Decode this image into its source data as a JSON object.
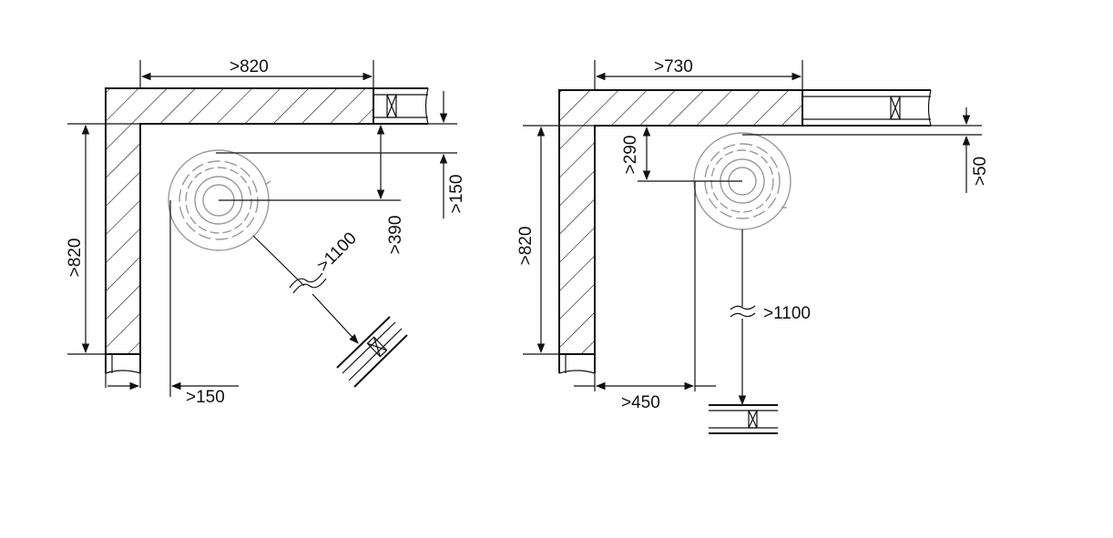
{
  "left": {
    "labels": {
      "top_width": ">820",
      "left_height": ">820",
      "side_gap": ">150",
      "top_gap": ">150",
      "center_offset": ">390",
      "diagonal_distance": ">1100"
    }
  },
  "right": {
    "labels": {
      "top_width": ">730",
      "left_height": ">820",
      "center_offset": ">290",
      "top_gap": ">50",
      "side_gap": ">450",
      "vertical_distance": ">1100"
    }
  },
  "colors": {
    "line": "#111111",
    "heater_outline": "#9a9a9a"
  }
}
